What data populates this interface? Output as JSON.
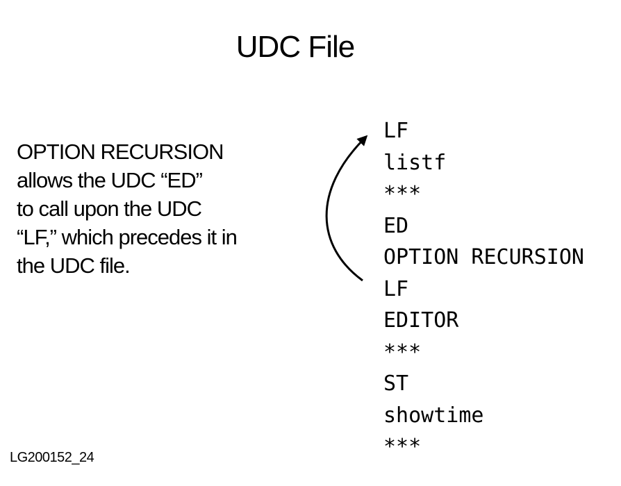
{
  "title": "UDC File",
  "explanation": {
    "lines": [
      "OPTION RECURSION",
      "allows the UDC “ED”",
      "to call upon the UDC",
      "“LF,” which precedes it in",
      "the UDC file."
    ]
  },
  "udc_file": {
    "lines": [
      "LF",
      "listf",
      "***",
      "ED",
      "OPTION RECURSION",
      "LF",
      "EDITOR",
      "***",
      "ST",
      "showtime",
      "***"
    ]
  },
  "arrow": {
    "icon": "curved-arrow-icon",
    "from": "LF (inside ED)",
    "to": "LF (first UDC)",
    "color": "#000000"
  },
  "figure_id": "LG200152_24"
}
